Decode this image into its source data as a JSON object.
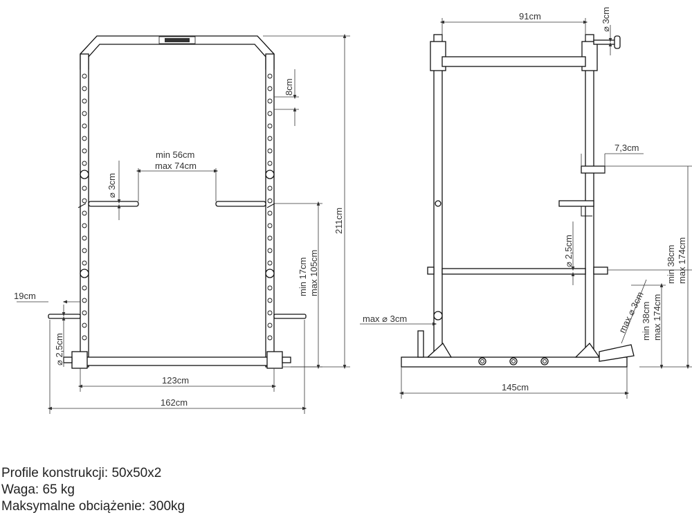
{
  "front_view": {
    "width_total": "162cm",
    "width_inner": "123cm",
    "height": "211cm",
    "hole_spacing": "8cm",
    "pin_diameter": "⌀ 3cm",
    "hook_span_min": "min 56cm",
    "hook_span_max": "max 74cm",
    "hook_height_min": "min 17cm",
    "hook_height_max": "max 105cm",
    "bar_length": "19cm",
    "bar_diameter": "⌀ 2,5cm"
  },
  "side_view": {
    "depth_top": "91cm",
    "top_pin_diameter": "⌀ 3cm",
    "hook_depth": "7,3cm",
    "bar_diameter": "⌀ 2,5cm",
    "safety_height_min": "min 38cm",
    "safety_height_max": "max 174cm",
    "base_pin_diameter": "max ⌀ 3cm",
    "angled_pin_diameter": "max ⌀ 3cm",
    "angled_height_min": "min 38cm",
    "angled_height_max": "max 174cm",
    "depth_total": "145cm"
  },
  "specs": [
    "Profile konstrukcji: 50x50x2",
    "Waga: 65 kg",
    "Maksymalne obciążenie: 300kg"
  ]
}
